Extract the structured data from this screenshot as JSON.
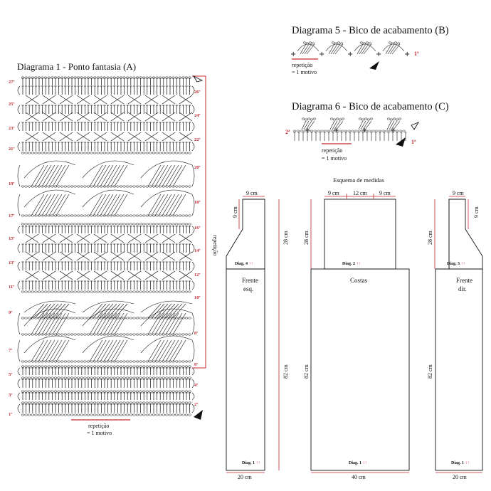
{
  "diagram1": {
    "title": "Diagrama 1 - Ponto  fantasia (A)",
    "rows_left": [
      "27ª",
      "25ª",
      "23ª",
      "21ª",
      "19ª",
      "17ª",
      "15ª",
      "13ª",
      "11ª",
      "9ª",
      "7ª",
      "5ª",
      "3ª",
      "1ª"
    ],
    "rows_right": [
      "26ª",
      "24ª",
      "22ª",
      "20ª",
      "18ª",
      "16ª",
      "14ª",
      "12ª",
      "10ª",
      "8ª",
      "6ª",
      "4ª",
      "2ª"
    ],
    "side_label": "repetição",
    "bottom_label_1": "repetição",
    "bottom_label_2": "= 1 motivo"
  },
  "diagram5": {
    "title": "Diagrama 5 - Bico de acabamento (B)",
    "row_label": "1ª",
    "rep_1": "repetição",
    "rep_2": "= 1 motivo"
  },
  "diagram6": {
    "title": "Diagrama 6 - Bico de acabamento (C)",
    "row_left": "2ª",
    "row_right": "1ª",
    "rep_1": "repetição",
    "rep_2": "= 1 motivo"
  },
  "schema": {
    "title": "Esquema de medidas",
    "left": {
      "top_width": "9 cm",
      "side_small": "9 cm",
      "upper_height": "28 cm",
      "name_1": "Frente",
      "name_2": "esq.",
      "lower_height": "82 cm",
      "bottom_width": "20 cm",
      "diag_top": "Diag. 4",
      "diag_bottom": "Diag. 1"
    },
    "center": {
      "top_w1": "9 cm",
      "top_w2": "12 cm",
      "top_w3": "9 cm",
      "upper_height": "28 cm",
      "name": "Costas",
      "lower_height": "82 cm",
      "bottom_width": "40 cm",
      "diag_top": "Diag. 2",
      "diag_bottom": "Diag. 1"
    },
    "right": {
      "top_width": "9 cm",
      "side_small": "9 cm",
      "upper_height": "28 cm",
      "name_1": "Frente",
      "name_2": "dir.",
      "lower_height": "82 cm",
      "bottom_width": "20 cm",
      "diag_top": "Diag. 3",
      "diag_bottom": "Diag. 1"
    },
    "arrow_glyph": "↑↑"
  },
  "colors": {
    "accent": "#c0282c",
    "ink": "#111111"
  }
}
